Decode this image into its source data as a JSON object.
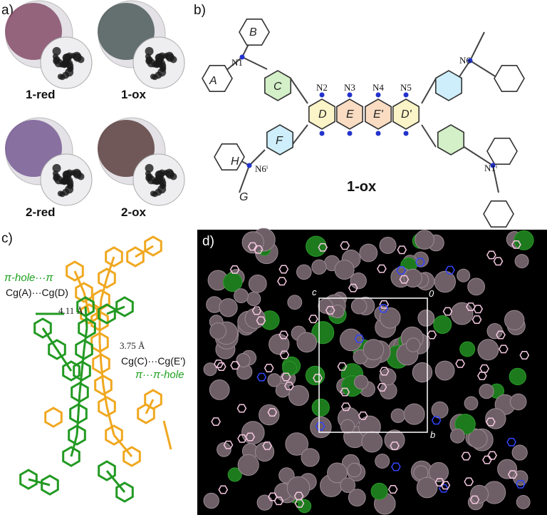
{
  "panels": {
    "a": {
      "label": "a)",
      "samples": [
        {
          "name": "1-red",
          "color": "#7a3a5a"
        },
        {
          "name": "1-ox",
          "color": "#3a4a48"
        },
        {
          "name": "2-red",
          "color": "#6a4a8a"
        },
        {
          "name": "2-ox",
          "color": "#4a2a2a"
        }
      ]
    },
    "b": {
      "label": "b)",
      "compound": "1-ox",
      "rings": [
        "A",
        "B",
        "C",
        "D",
        "E",
        "E'",
        "D'",
        "F",
        "G",
        "H"
      ],
      "atoms": [
        "N1",
        "N2",
        "N3",
        "N4",
        "N5",
        "N6",
        "N6ⁱ",
        "N1ⁱ"
      ],
      "ring_colors": {
        "C": "#d4f0c8",
        "D": "#fbf4c8",
        "E": "#f9dcc2",
        "F": "#cdeefa"
      }
    },
    "c": {
      "label": "c)",
      "interaction1": "π-hole···π",
      "centroids1": "Cg(A)···Cg(D)",
      "distance1": "4.11 Å",
      "distance2": "3.75 Å",
      "centroids2": "Cg(C)···Cg(E')",
      "interaction2": "π···π-hole",
      "colors": {
        "molecule1": "#f0a820",
        "molecule2": "#229a22"
      }
    },
    "d": {
      "label": "d)",
      "axes": {
        "c": "c",
        "origin": "0",
        "b": "b"
      },
      "background": "#000000"
    }
  }
}
